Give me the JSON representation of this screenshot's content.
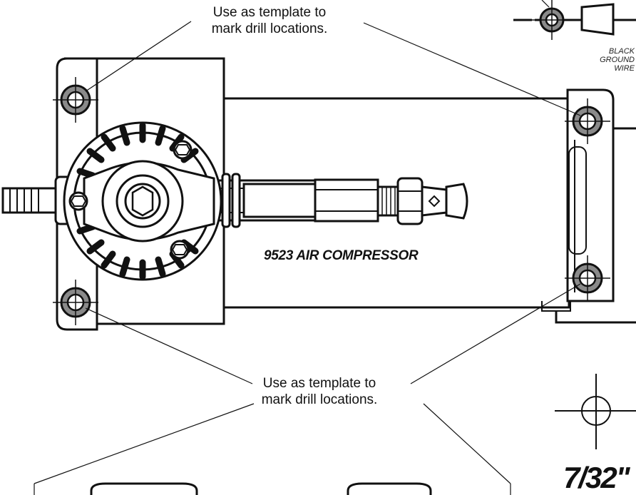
{
  "callouts": {
    "top": {
      "line1": "Use as template to",
      "line2": "mark drill locations."
    },
    "bottom": {
      "line1": "Use as template to",
      "line2": "mark drill locations."
    }
  },
  "product_name": "9523 AIR COMPRESSOR",
  "ground_wire": {
    "line1": "BLACK",
    "line2": "GROUND",
    "line3": "WIRE"
  },
  "drill_size": "7/32\"",
  "colors": {
    "ink": "#111111",
    "hole_fill": "#8a8a8a",
    "paper": "#ffffff"
  }
}
